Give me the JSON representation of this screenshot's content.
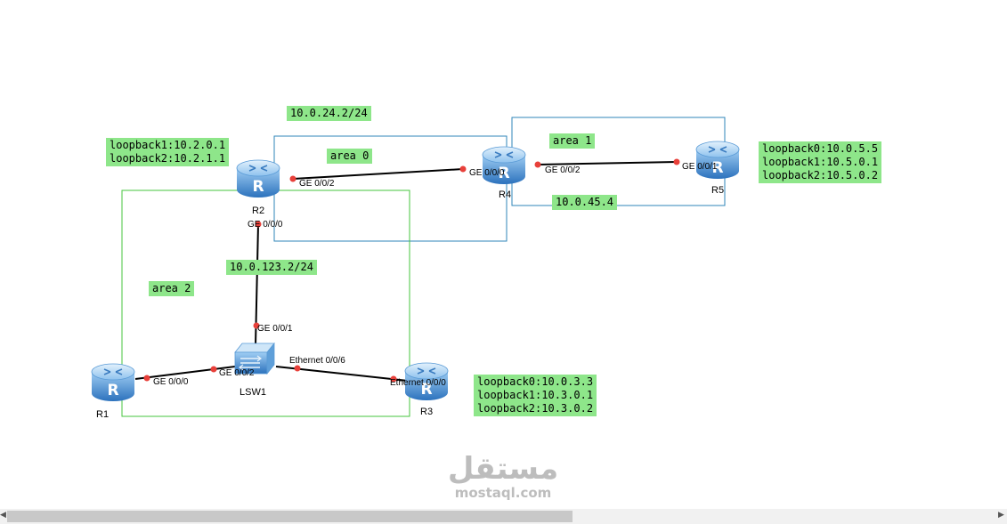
{
  "areas": {
    "area0": "area 0",
    "area1": "area 1",
    "area2": "area 2"
  },
  "networks": {
    "r2_r4": "10.0.24.2/24",
    "r4_r5": "10.0.45.4",
    "r2_lsw": "10.0.123.2/24"
  },
  "loopbacks": {
    "r2": [
      "loopback1:10.2.0.1",
      "loopback2:10.2.1.1"
    ],
    "r5": [
      "loopback0:10.0.5.5",
      "loopback1:10.5.0.1",
      "loopback2:10.5.0.2"
    ],
    "r3": [
      "loopback0:10.0.3.3",
      "loopback1:10.3.0.1",
      "loopback2:10.3.0.2"
    ]
  },
  "devices": {
    "r1": "R1",
    "r2": "R2",
    "r3": "R3",
    "r4": "R4",
    "r5": "R5",
    "lsw1": "LSW1"
  },
  "ports": {
    "r2_ge002": "GE 0/0/2",
    "r2_ge000": "GE 0/0/0",
    "r4_ge000": "GE 0/0/0",
    "r4_ge002": "GE 0/0/2",
    "r5_ge001": "GE 0/0/1",
    "lsw_ge001": "GE 0/0/1",
    "lsw_ge002": "GE 0/0/2",
    "lsw_eth006": "Ethernet 0/0/6",
    "r1_ge000": "GE 0/0/0",
    "r3_eth000": "Ethernet 0/0/0"
  },
  "router_glyph": "R",
  "watermark": {
    "arabic": "مستقل",
    "latin": "mostaql.com"
  },
  "colors": {
    "area0_border": "#2f86b8",
    "area1_border": "#2f86b8",
    "area2_border": "#45c53d",
    "label_bg": "#8ee68a",
    "port_dot": "#e8403a",
    "router_fill": "#2f7dc6"
  }
}
